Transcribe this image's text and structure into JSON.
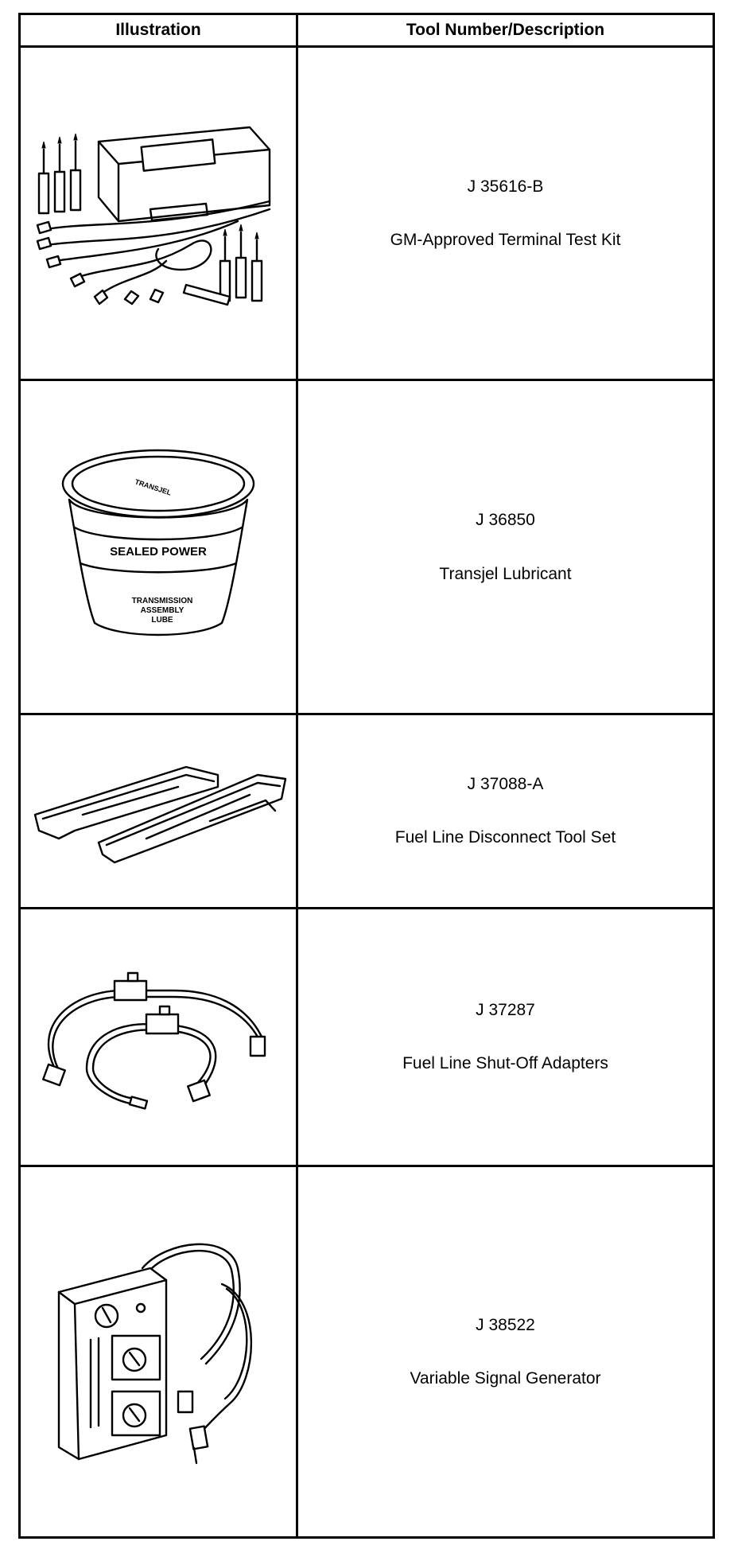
{
  "table": {
    "header": {
      "illustration": "Illustration",
      "description": "Tool Number/Description"
    },
    "rows": [
      {
        "tool_number": "J 35616-B",
        "description": "GM-Approved Terminal Test Kit",
        "icon": "terminal-test-kit-icon"
      },
      {
        "tool_number": "J 36850",
        "description": "Transjel Lubricant",
        "icon": "lubricant-tub-icon"
      },
      {
        "tool_number": "J 37088-A",
        "description": "Fuel Line Disconnect Tool Set",
        "icon": "disconnect-tool-set-icon"
      },
      {
        "tool_number": "J 37287",
        "description": "Fuel Line Shut-Off Adapters",
        "icon": "shut-off-adapters-icon"
      },
      {
        "tool_number": "J 38522",
        "description": "Variable Signal Generator",
        "icon": "signal-generator-icon"
      }
    ],
    "illustration_text": {
      "tub_lid": "TRANSJEL",
      "tub_brand": "SEALED POWER",
      "tub_label_1": "TRANSMISSION",
      "tub_label_2": "ASSEMBLY",
      "tub_label_3": "LUBE"
    }
  }
}
